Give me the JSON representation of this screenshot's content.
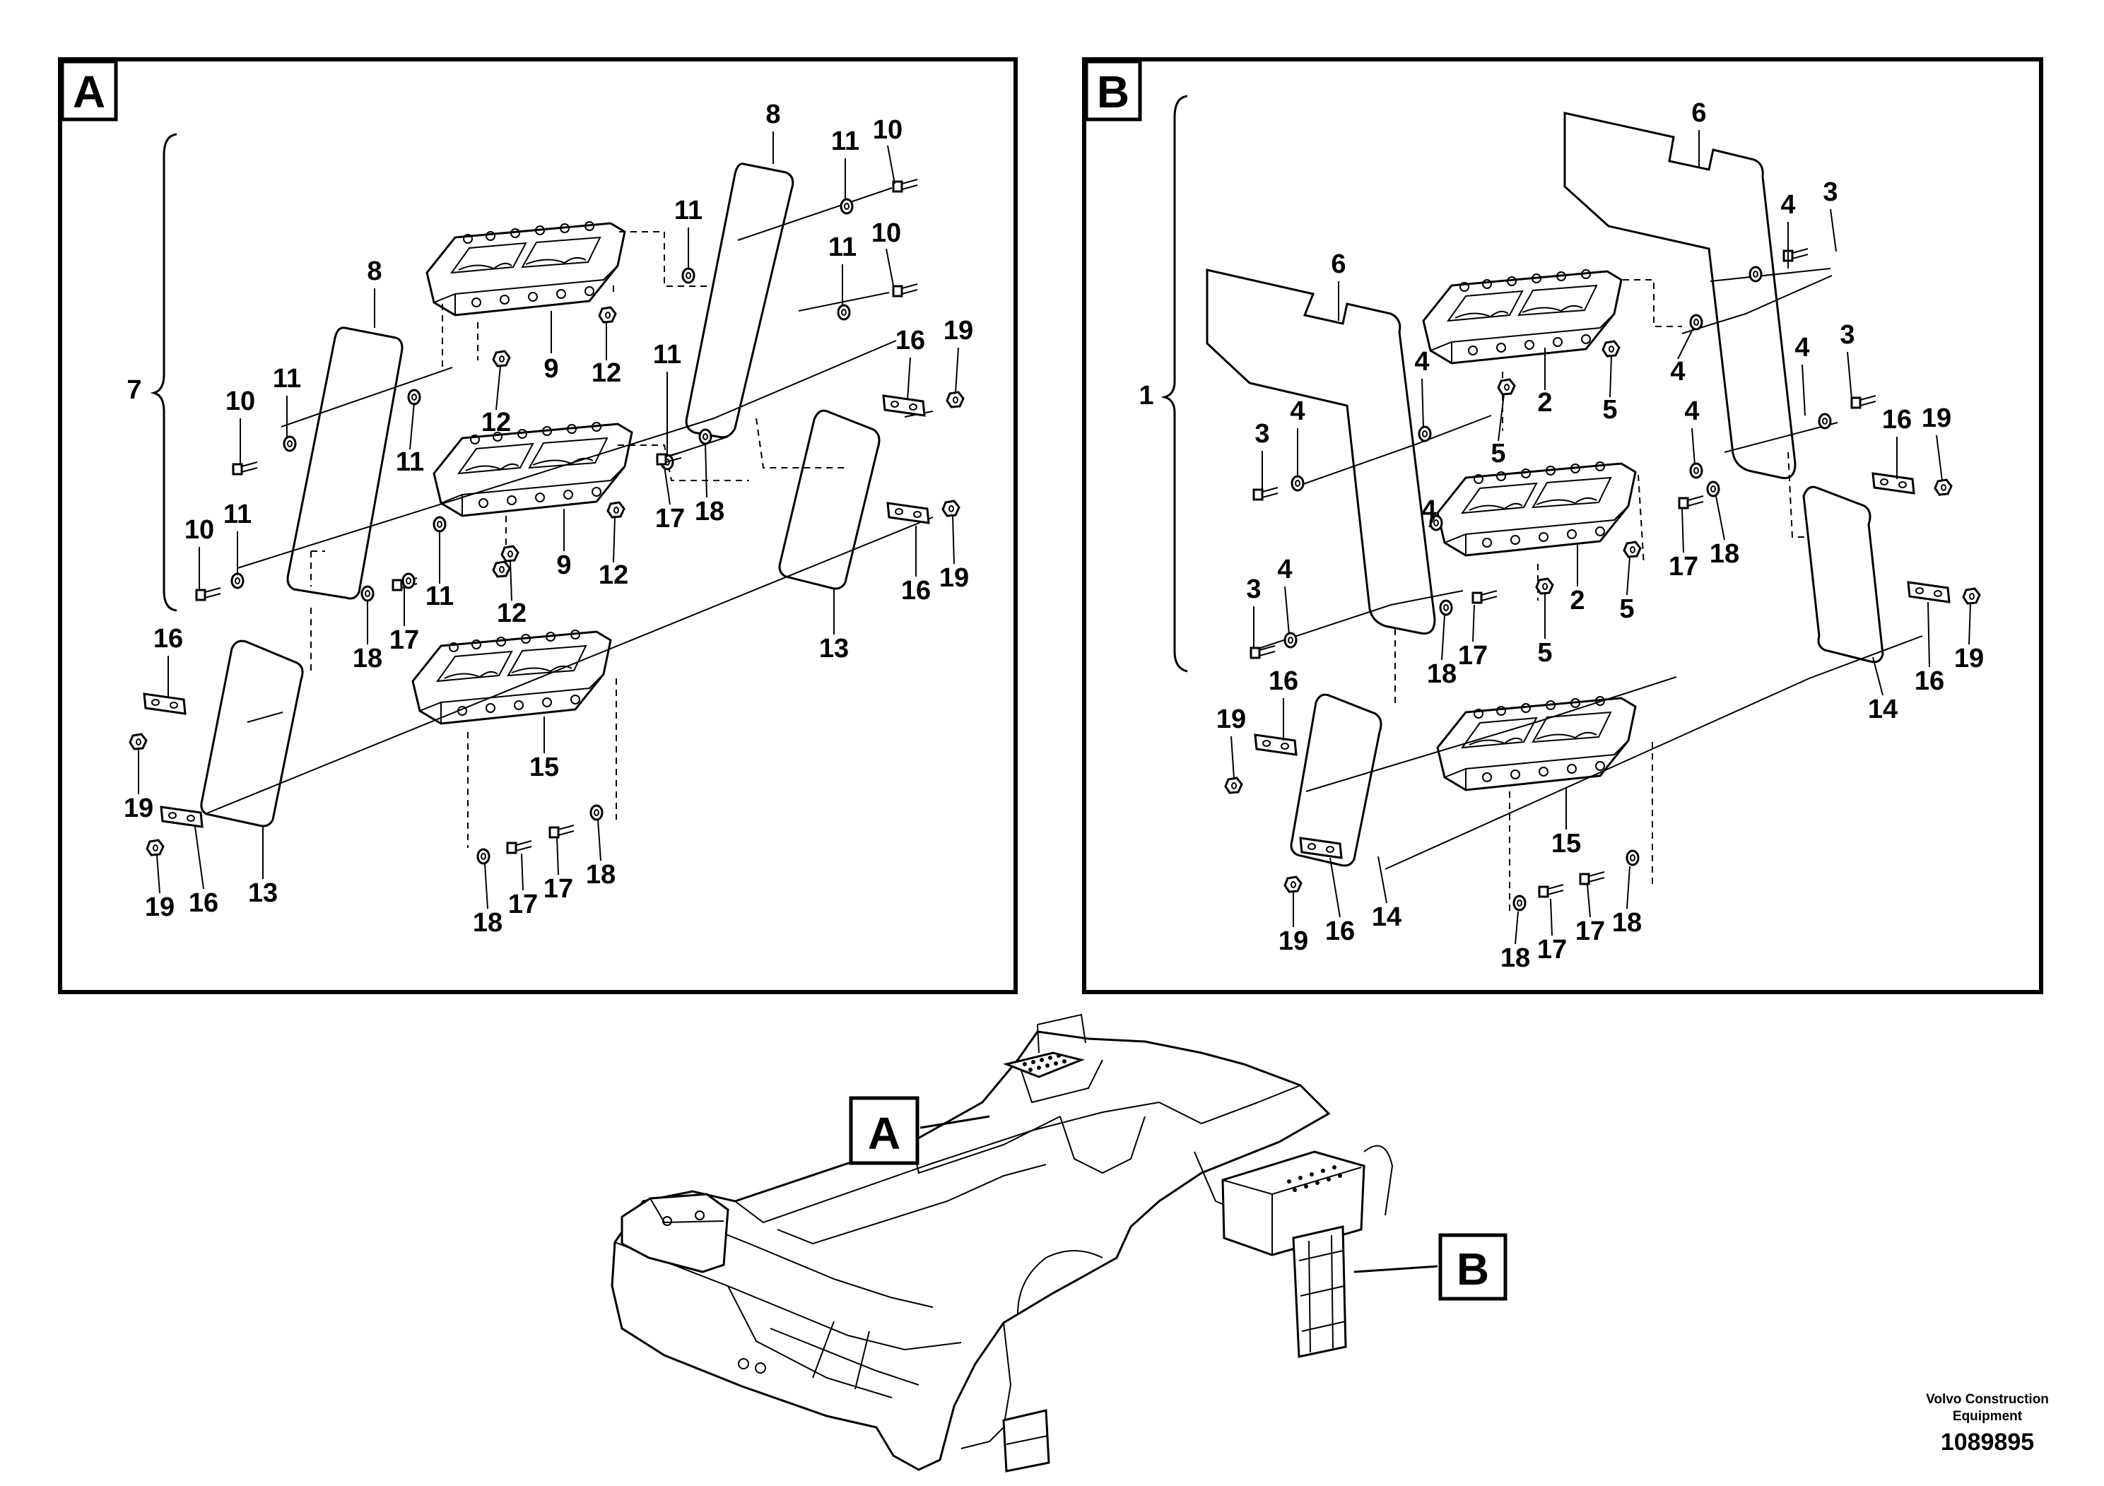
{
  "panel_a": {
    "label": "A",
    "callouts": {
      "c7": "7",
      "c8a": "8",
      "c8b": "8",
      "c9a": "9",
      "c9b": "9",
      "c10a": "10",
      "c10b": "10",
      "c10c": "10",
      "c10d": "10",
      "c11a": "11",
      "c11b": "11",
      "c11c": "11",
      "c11d": "11",
      "c11e": "11",
      "c11f": "11",
      "c11g": "11",
      "c11h": "11",
      "c12a": "12",
      "c12b": "12",
      "c12c": "12",
      "c12d": "12",
      "c13a": "13",
      "c13b": "13",
      "c15": "15",
      "c16a": "16",
      "c16b": "16",
      "c16c": "16",
      "c16d": "16",
      "c17a": "17",
      "c17b": "17",
      "c17c": "17",
      "c17d": "17",
      "c18a": "18",
      "c18b": "18",
      "c18c": "18",
      "c18d": "18",
      "c19a": "19",
      "c19b": "19",
      "c19c": "19",
      "c19d": "19"
    }
  },
  "panel_b": {
    "label": "B",
    "callouts": {
      "c1": "1",
      "c2a": "2",
      "c2b": "2",
      "c3a": "3",
      "c3b": "3",
      "c3c": "3",
      "c3d": "3",
      "c4a": "4",
      "c4b": "4",
      "c4c": "4",
      "c4d": "4",
      "c4e": "4",
      "c4f": "4",
      "c4g": "4",
      "c4h": "4",
      "c5a": "5",
      "c5b": "5",
      "c5c": "5",
      "c5d": "5",
      "c6a": "6",
      "c6b": "6",
      "c14a": "14",
      "c14b": "14",
      "c15": "15",
      "c16a": "16",
      "c16b": "16",
      "c16c": "16",
      "c16d": "16",
      "c17a": "17",
      "c17b": "17",
      "c17c": "17",
      "c17d": "17",
      "c18a": "18",
      "c18b": "18",
      "c18c": "18",
      "c18d": "18",
      "c19a": "19",
      "c19b": "19",
      "c19c": "19",
      "c19d": "19"
    }
  },
  "overview": {
    "label_a": "A",
    "label_b": "B"
  },
  "footer": {
    "company_line1": "Volvo Construction",
    "company_line2": "Equipment",
    "document_number": "1089895"
  }
}
